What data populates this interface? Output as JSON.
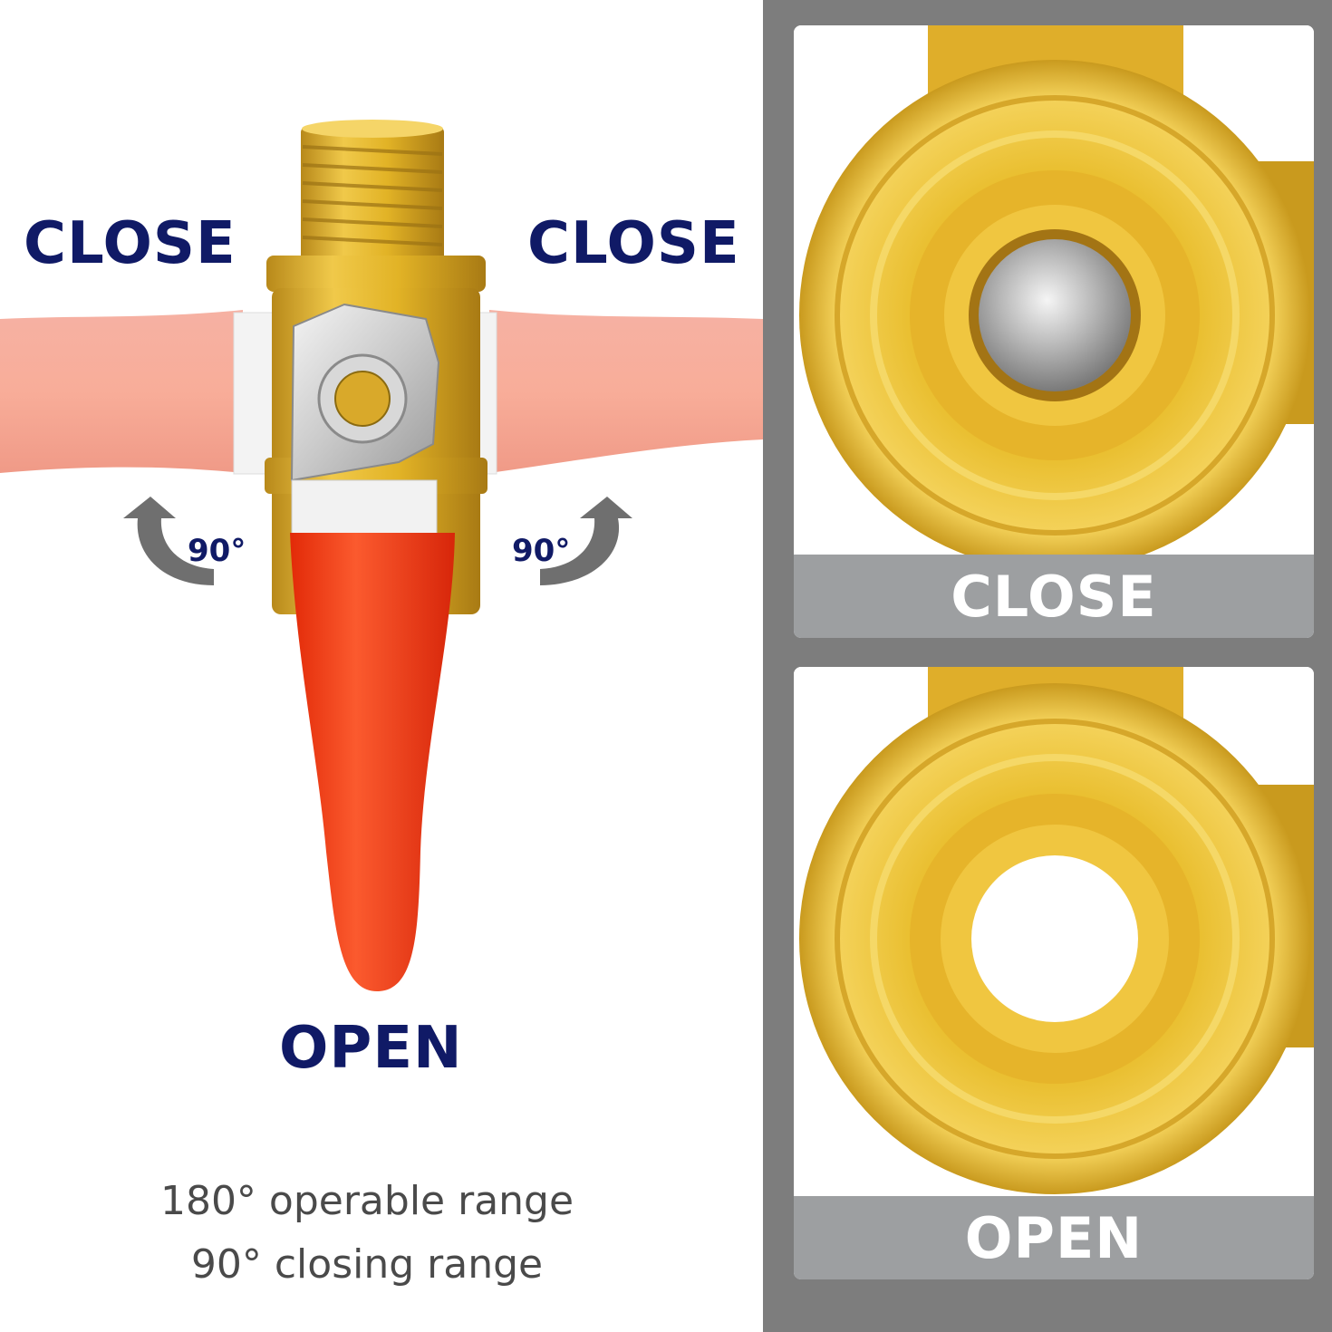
{
  "valve_diagram": {
    "close_left": "CLOSE",
    "close_right": "CLOSE",
    "open": "OPEN",
    "rotation_left": "90°",
    "rotation_right": "90°"
  },
  "caption": {
    "line1": "180° operable range",
    "line2": "90° closing range"
  },
  "panels": {
    "top_label": "CLOSE",
    "bottom_label": "OPEN"
  },
  "colors": {
    "label_navy": "#101a66",
    "handle_red": "#f2350e",
    "brass": "#e2b326",
    "hose_pink": "#f6a796",
    "panel_bg": "#7d7d7d",
    "banner_gray": "#9d9fa1"
  },
  "icons": {
    "rotate_left": "curved-arrow-counterclockwise",
    "rotate_right": "curved-arrow-clockwise"
  }
}
